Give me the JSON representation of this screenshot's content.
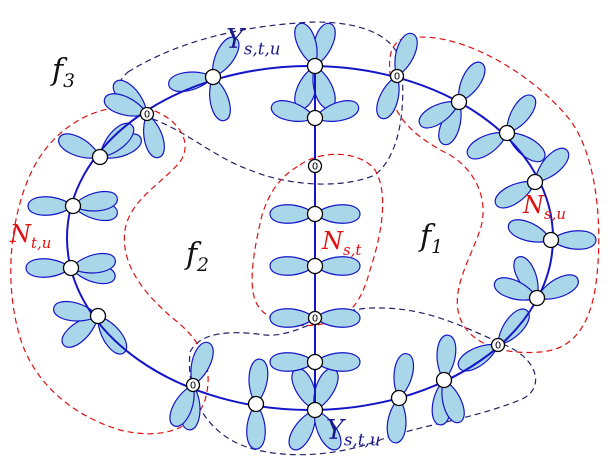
{
  "colors": {
    "edge": "#1515c8",
    "petal_fill": "#a9d6e8",
    "petal_stroke": "#1515c8",
    "vertex_fill": "#ffffff",
    "vertex_stroke": "#000000",
    "dashed_blue": "#222266",
    "dashed_red": "#e01010",
    "label_blue": "#1a1a8c",
    "label_red": "#e01010",
    "label_black": "#111111"
  },
  "labels": {
    "f1": {
      "base": "f",
      "sub": "1"
    },
    "f2": {
      "base": "f",
      "sub": "2"
    },
    "f3": {
      "base": "f",
      "sub": "3"
    },
    "y_top": {
      "base": "Y",
      "sub": "s,t,u"
    },
    "y_bottom": {
      "base": "Y",
      "sub": "s,t,u"
    },
    "n_st": {
      "base": "N",
      "sub": "s,t"
    },
    "n_tu": {
      "base": "N",
      "sub": "t,u"
    },
    "n_su": {
      "base": "N",
      "sub": "s,u"
    }
  },
  "marked_vertex_text": "0"
}
